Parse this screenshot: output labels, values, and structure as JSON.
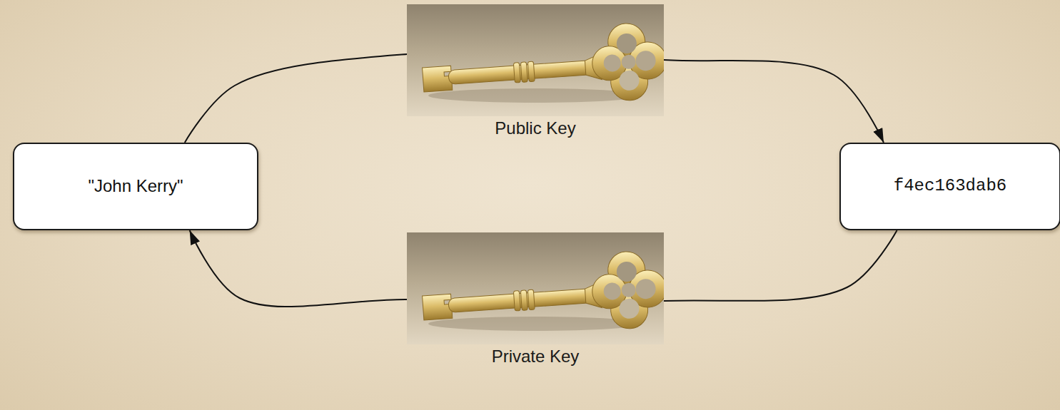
{
  "diagram": {
    "nodes": [
      {
        "text": [
          "\"John Kerry\""
        ]
      },
      {
        "text": [
          "f4ec163dab6"
        ]
      }
    ],
    "edges": [
      {
        "from": 0,
        "to": 1,
        "arrow": "to"
      },
      {
        "from": 1,
        "to": 0,
        "arrow": "to"
      }
    ],
    "labels": [
      "Public Key",
      "Private Key"
    ]
  }
}
